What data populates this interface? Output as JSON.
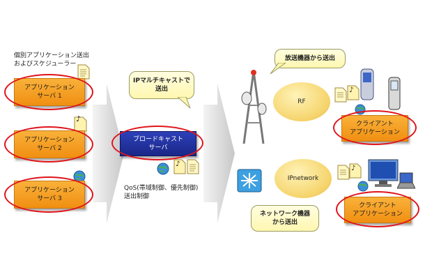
{
  "left_caption": [
    "個別アプリケーション送出",
    "およびスケジューラー"
  ],
  "app_servers": [
    {
      "line1": "アプリケーション",
      "line2": "サーバ 1"
    },
    {
      "line1": "アプリケーション",
      "line2": "サーバ 2"
    },
    {
      "line1": "アプリケーション",
      "line2": "サーバ 3"
    }
  ],
  "multicast_callout": [
    "IPマルチキャストで",
    "送出"
  ],
  "broadcast_server": [
    "ブロードキャスト",
    "サーバ"
  ],
  "qos_caption": [
    "QoS(帯域制御、優先制御)",
    "送出制御"
  ],
  "broadcast_callout": "放送機器から送出",
  "network_callout": [
    "ネットワーク機器",
    "から送出"
  ],
  "clouds": {
    "rf": "RF",
    "ip": "IPnetwork"
  },
  "clients": [
    {
      "line1": "クライアント",
      "line2": "アプリケーション"
    },
    {
      "line1": "クライアント",
      "line2": "アプリケーション"
    }
  ],
  "colors": {
    "orange": "#f5a126",
    "blue": "#1f2f9e",
    "ring": "#e0141b"
  }
}
